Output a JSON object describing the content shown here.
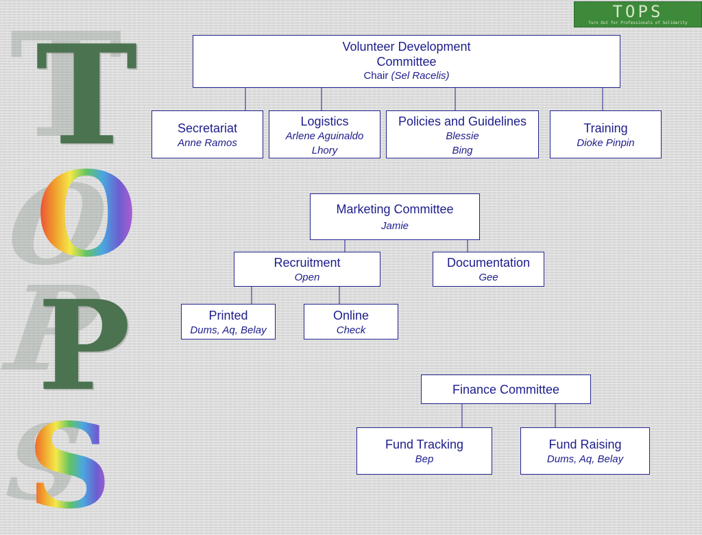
{
  "side_letters": [
    "T",
    "O",
    "P",
    "S"
  ],
  "logo": {
    "word": "TOPS",
    "tagline": "Turn Out for Professionals of Solidarity"
  },
  "vdc": {
    "title_line1": "Volunteer Development",
    "title_line2": "Committee",
    "chair_label": "Chair",
    "chair_name": "(Sel Racelis)",
    "teams": [
      {
        "title": "Secretariat",
        "names": [
          "Anne Ramos"
        ]
      },
      {
        "title": "Logistics",
        "names": [
          "Arlene Aguinaldo",
          "Lhory"
        ]
      },
      {
        "title": "Policies and Guidelines",
        "names": [
          "Blessie",
          "Bing"
        ]
      },
      {
        "title": "Training",
        "names": [
          "Dioke Pinpin"
        ]
      }
    ]
  },
  "marketing": {
    "title": "Marketing Committee",
    "lead": "Jamie",
    "recruitment": {
      "title": "Recruitment",
      "name": "Open"
    },
    "documentation": {
      "title": "Documentation",
      "name": "Gee"
    },
    "printed": {
      "title": "Printed",
      "name": "Dums, Aq, Belay"
    },
    "online": {
      "title": "Online",
      "name": "Check"
    }
  },
  "finance": {
    "title": "Finance Committee",
    "fund_tracking": {
      "title": "Fund Tracking",
      "name": "Bep"
    },
    "fund_raising": {
      "title": "Fund Raising",
      "name": "Dums, Aq, Belay"
    }
  }
}
